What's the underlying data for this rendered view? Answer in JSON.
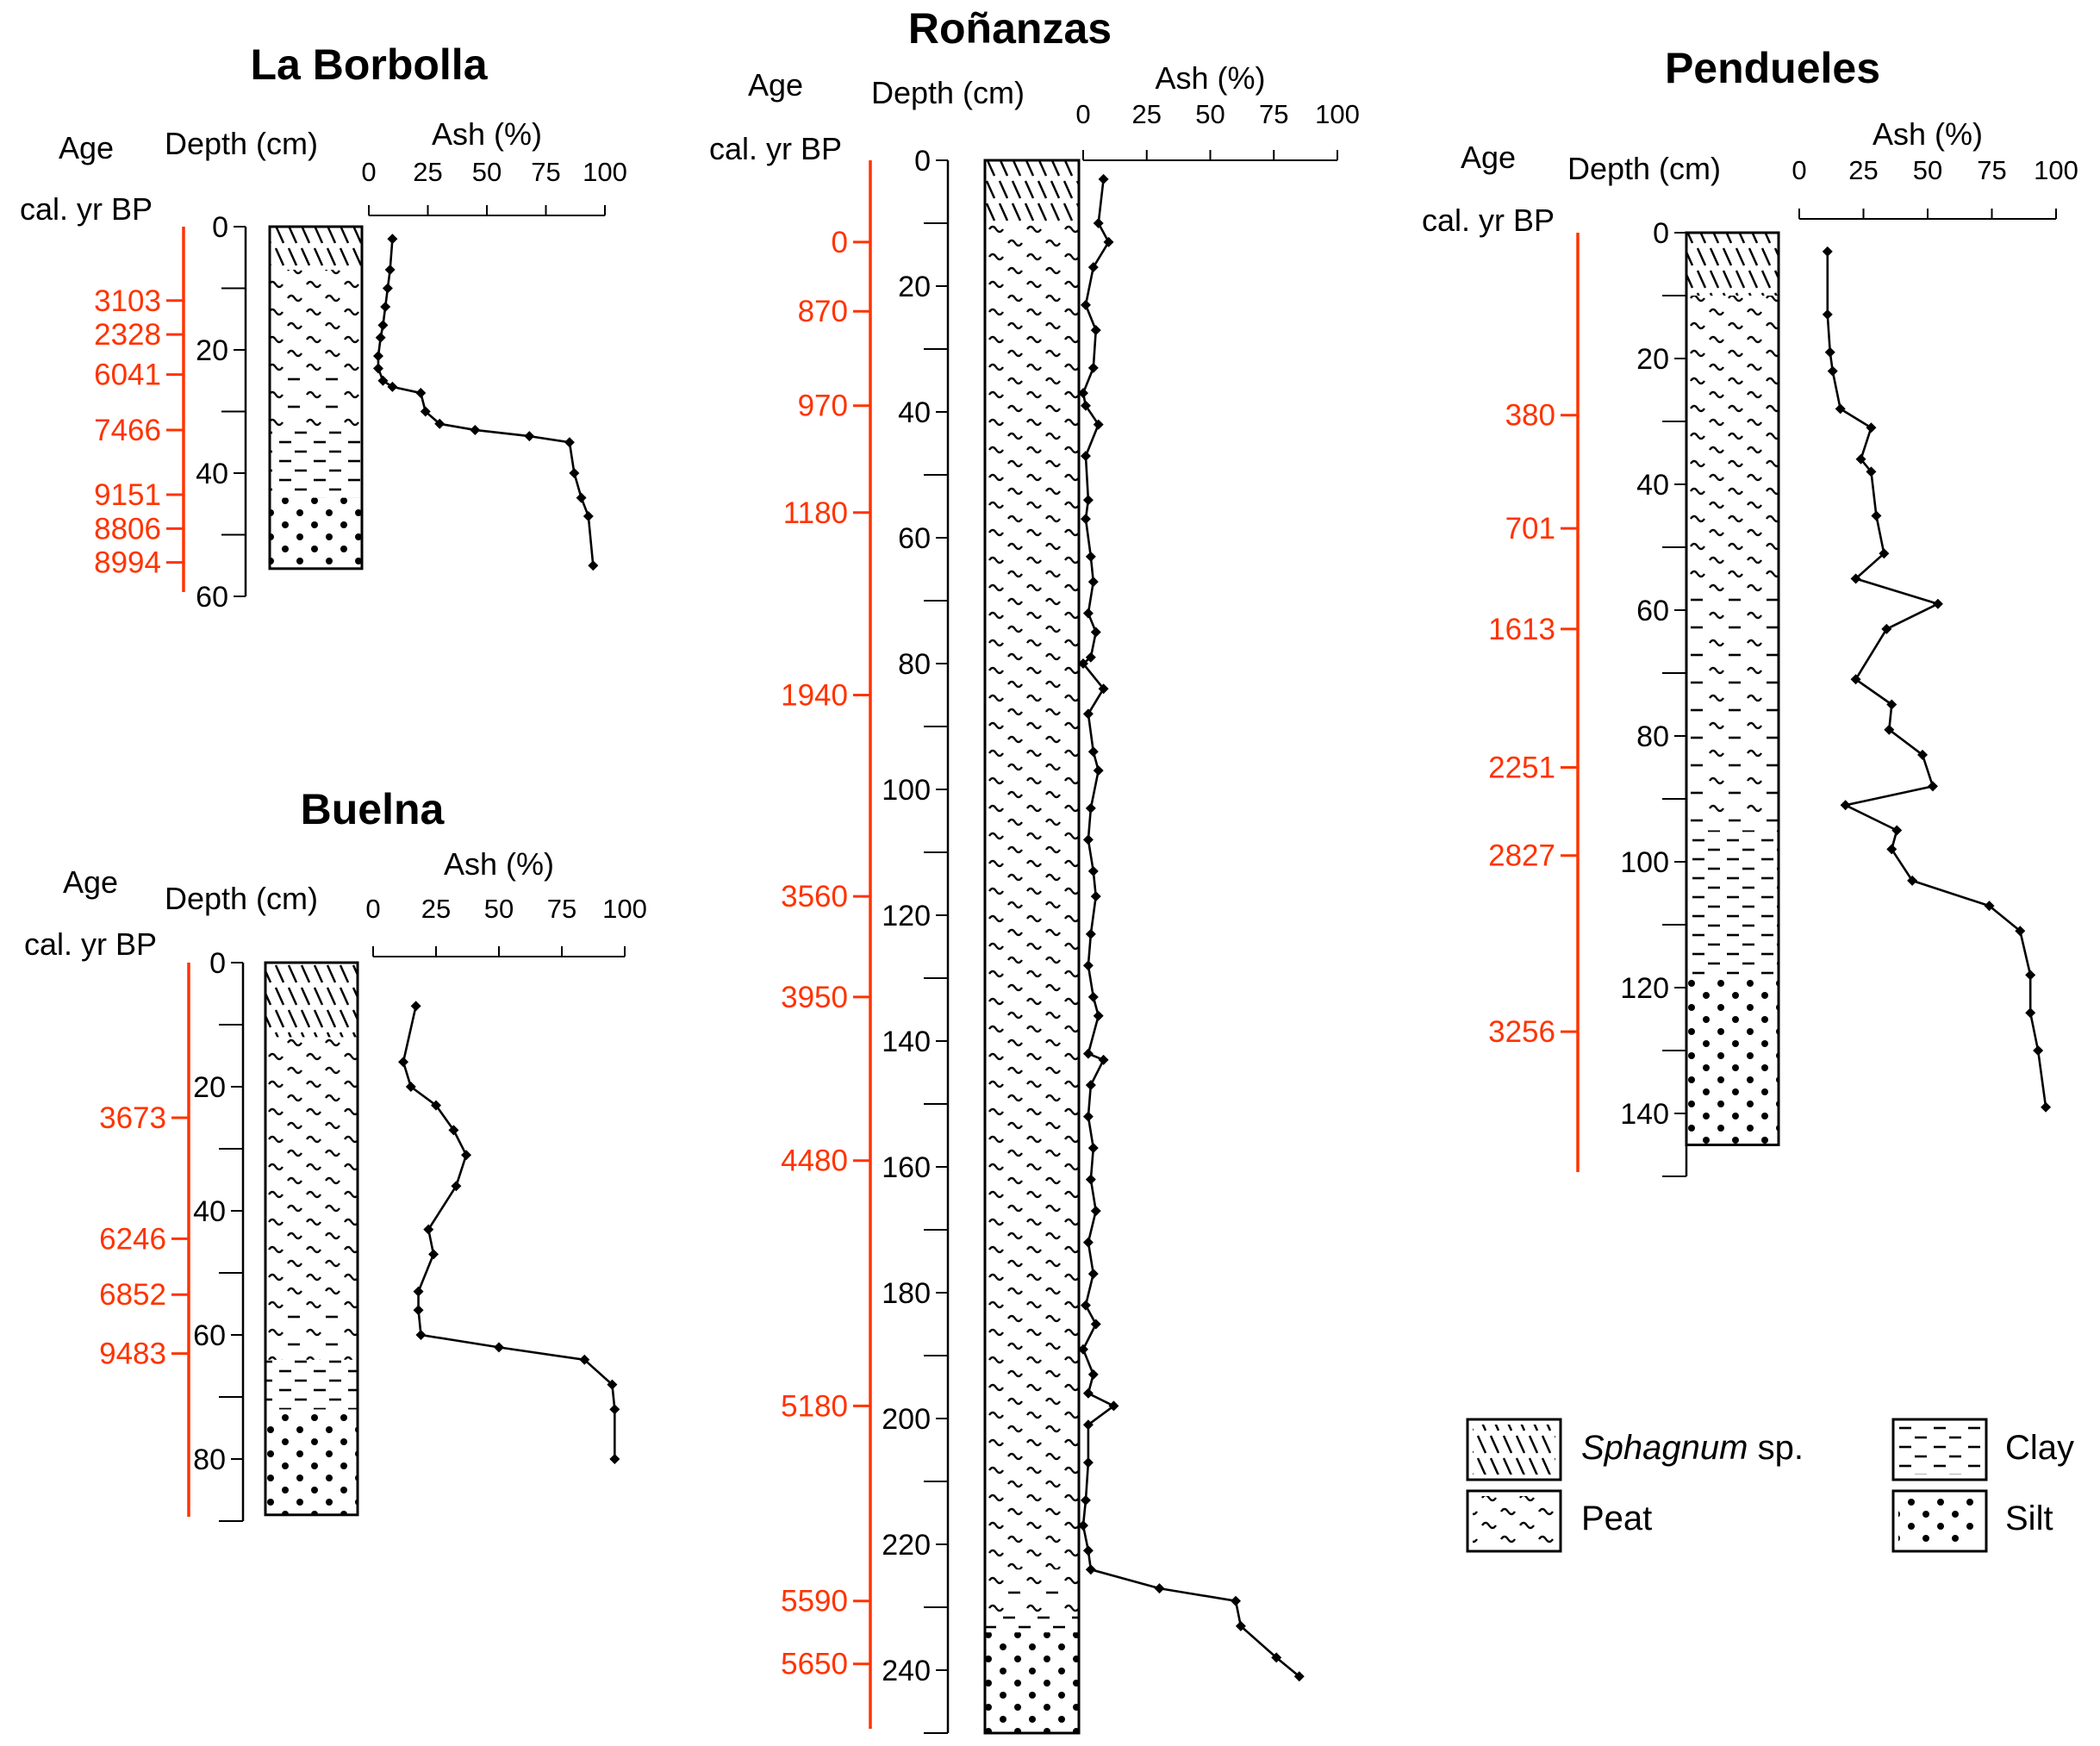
{
  "common": {
    "age_label": "Age",
    "age_unit_label": "cal. yr BP",
    "depth_label": "Depth (cm)",
    "ash_label": "Ash (%)",
    "ash_ticks": [
      0,
      25,
      50,
      75,
      100
    ],
    "age_color": "#ff3300"
  },
  "legend": {
    "sphagnum_name": "Sphagnum",
    "sphagnum_suffix": " sp.",
    "peat": "Peat",
    "clay": "Clay",
    "silt": "Silt"
  },
  "chart_data": [
    {
      "type": "line",
      "title": "La Borbolla",
      "depth_range": [
        0,
        60
      ],
      "depth_ticks": [
        0,
        20,
        40,
        60
      ],
      "ash_range": [
        0,
        100
      ],
      "core_bottom": 55.5,
      "ages": [
        {
          "age": "3103",
          "depth": 12
        },
        {
          "age": "2328",
          "depth": 17.5
        },
        {
          "age": "6041",
          "depth": 24
        },
        {
          "age": "7466",
          "depth": 33
        },
        {
          "age": "9151",
          "depth": 43.5
        },
        {
          "age": "8806",
          "depth": 49
        },
        {
          "age": "8994",
          "depth": 54.5
        }
      ],
      "lithology": [
        {
          "from": 0,
          "to": 7,
          "type": "sphagnum"
        },
        {
          "from": 7,
          "to": 24,
          "type": "peat"
        },
        {
          "from": 24,
          "to": 33,
          "type": "peat-clay"
        },
        {
          "from": 33,
          "to": 44,
          "type": "clay"
        },
        {
          "from": 44,
          "to": 55.5,
          "type": "silt"
        }
      ],
      "x": [
        10,
        9,
        8,
        7,
        6,
        5,
        4,
        4,
        6,
        10,
        22,
        24,
        30,
        45,
        68,
        85,
        87,
        90,
        93,
        95
      ],
      "y": [
        2,
        7,
        10,
        13,
        16,
        18,
        21,
        23,
        25,
        26,
        27,
        30,
        32,
        33,
        34,
        35,
        40,
        44,
        47,
        55
      ]
    },
    {
      "type": "line",
      "title": "Buelna",
      "depth_range": [
        0,
        90
      ],
      "depth_ticks": [
        0,
        20,
        40,
        60,
        80
      ],
      "ash_range": [
        0,
        100
      ],
      "core_bottom": 89,
      "ages": [
        {
          "age": "3673",
          "depth": 25
        },
        {
          "age": "6246",
          "depth": 44.5
        },
        {
          "age": "6852",
          "depth": 53.5
        },
        {
          "age": "9483",
          "depth": 63
        }
      ],
      "lithology": [
        {
          "from": 0,
          "to": 12,
          "type": "sphagnum"
        },
        {
          "from": 12,
          "to": 56,
          "type": "peat"
        },
        {
          "from": 56,
          "to": 64,
          "type": "peat-clay"
        },
        {
          "from": 64,
          "to": 72,
          "type": "clay"
        },
        {
          "from": 72,
          "to": 89,
          "type": "silt"
        }
      ],
      "x": [
        17,
        12,
        15,
        25,
        32,
        37,
        33,
        22,
        24,
        18,
        18,
        19,
        50,
        84,
        95,
        96,
        96
      ],
      "y": [
        7,
        16,
        20,
        23,
        27,
        31,
        36,
        43,
        47,
        53,
        56,
        60,
        62,
        64,
        68,
        72,
        80
      ]
    },
    {
      "type": "line",
      "title": "Roñanzas",
      "depth_range": [
        0,
        250
      ],
      "depth_ticks": [
        0,
        20,
        40,
        60,
        80,
        100,
        120,
        140,
        160,
        180,
        200,
        220,
        240
      ],
      "ash_range": [
        0,
        100
      ],
      "core_bottom": 250,
      "ages": [
        {
          "age": "0",
          "depth": 13
        },
        {
          "age": "870",
          "depth": 24
        },
        {
          "age": "970",
          "depth": 39
        },
        {
          "age": "1180",
          "depth": 56
        },
        {
          "age": "1940",
          "depth": 85
        },
        {
          "age": "3560",
          "depth": 117
        },
        {
          "age": "3950",
          "depth": 133
        },
        {
          "age": "4480",
          "depth": 159
        },
        {
          "age": "5180",
          "depth": 198
        },
        {
          "age": "5590",
          "depth": 229
        },
        {
          "age": "5650",
          "depth": 239
        }
      ],
      "lithology": [
        {
          "from": 0,
          "to": 10,
          "type": "sphagnum"
        },
        {
          "from": 10,
          "to": 224,
          "type": "peat"
        },
        {
          "from": 224,
          "to": 231,
          "type": "peat-clay"
        },
        {
          "from": 231,
          "to": 234,
          "type": "clay"
        },
        {
          "from": 234,
          "to": 250,
          "type": "silt"
        }
      ],
      "x": [
        8,
        6,
        10,
        4,
        1,
        5,
        4,
        0,
        1,
        6,
        1,
        2,
        1,
        3,
        4,
        2,
        5,
        3,
        0,
        8,
        2,
        4,
        6,
        3,
        2,
        4,
        5,
        3,
        2,
        4,
        6,
        2,
        8,
        3,
        2,
        4,
        3,
        5,
        2,
        4,
        1,
        5,
        0,
        4,
        2,
        12,
        2,
        2,
        1,
        0,
        2,
        3,
        30,
        60,
        62,
        76,
        85
      ],
      "y": [
        3,
        10,
        13,
        17,
        23,
        27,
        33,
        37,
        39,
        42,
        47,
        54,
        57,
        63,
        67,
        72,
        75,
        79,
        80,
        84,
        88,
        94,
        97,
        103,
        108,
        113,
        117,
        123,
        128,
        133,
        136,
        142,
        143,
        147,
        152,
        157,
        162,
        167,
        172,
        177,
        182,
        185,
        189,
        193,
        196,
        198,
        201,
        207,
        213,
        217,
        221,
        224,
        227,
        229,
        233,
        238,
        241
      ]
    },
    {
      "type": "line",
      "title": "Pendueles",
      "depth_range": [
        0,
        150
      ],
      "depth_ticks": [
        0,
        20,
        40,
        60,
        80,
        100,
        120,
        140
      ],
      "ash_range": [
        0,
        100
      ],
      "core_bottom": 145,
      "ages": [
        {
          "age": "380",
          "depth": 29
        },
        {
          "age": "701",
          "depth": 47
        },
        {
          "age": "1613",
          "depth": 63
        },
        {
          "age": "2251",
          "depth": 85
        },
        {
          "age": "2827",
          "depth": 99
        },
        {
          "age": "3256",
          "depth": 127
        }
      ],
      "lithology": [
        {
          "from": 0,
          "to": 10,
          "type": "sphagnum"
        },
        {
          "from": 10,
          "to": 58,
          "type": "peat"
        },
        {
          "from": 58,
          "to": 95,
          "type": "peat-clay"
        },
        {
          "from": 95,
          "to": 118,
          "type": "clay"
        },
        {
          "from": 118,
          "to": 145,
          "type": "silt"
        }
      ],
      "x": [
        11,
        11,
        12,
        13,
        16,
        28,
        24,
        28,
        30,
        33,
        22,
        54,
        34,
        22,
        36,
        35,
        48,
        52,
        18,
        38,
        36,
        44,
        74,
        86,
        90,
        90,
        93,
        96
      ],
      "y": [
        3,
        13,
        19,
        22,
        28,
        31,
        36,
        38,
        45,
        51,
        55,
        59,
        63,
        71,
        75,
        79,
        83,
        88,
        91,
        95,
        98,
        103,
        107,
        111,
        118,
        124,
        130,
        139
      ]
    }
  ]
}
